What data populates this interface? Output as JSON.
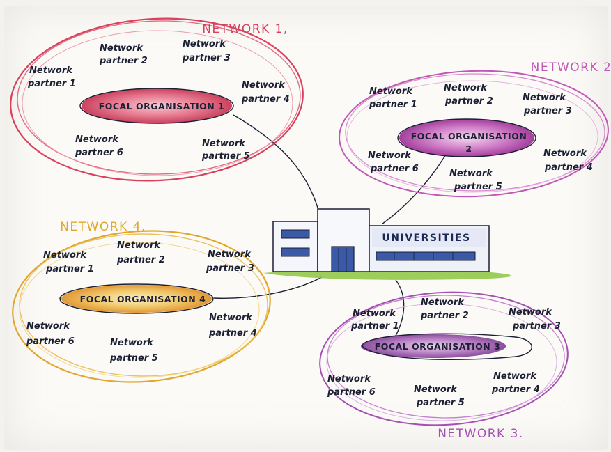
{
  "networks": {
    "n1": {
      "title": "NETWORK 1,",
      "focal": "FOCAL ORGANISATION 1",
      "partners": [
        [
          "Network",
          "partner 1"
        ],
        [
          "Network",
          "partner 2"
        ],
        [
          "Network",
          "partner 3"
        ],
        [
          "Network",
          "partner 4"
        ],
        [
          "Network",
          "partner 5"
        ],
        [
          "Network",
          "partner 6"
        ]
      ]
    },
    "n2": {
      "title": "NETWORK 2",
      "focal_line1": "FOCAL ORGANISATION",
      "focal_line2": "2",
      "partners": [
        [
          "Network",
          "partner 1"
        ],
        [
          "Network",
          "partner 2"
        ],
        [
          "Network",
          "partner 3"
        ],
        [
          "Network",
          "partner 4"
        ],
        [
          "Network",
          "partner 5"
        ],
        [
          "Network",
          "partner 6"
        ]
      ]
    },
    "n3": {
      "title": "NETWORK 3.",
      "focal": "FOCAL ORGANISATION 3",
      "partners": [
        [
          "Network",
          "partner 1"
        ],
        [
          "Network",
          "partner 2"
        ],
        [
          "Network",
          "partner 3"
        ],
        [
          "Network",
          "partner 4"
        ],
        [
          "Network",
          "partner 5"
        ],
        [
          "Network",
          "partner 6"
        ]
      ]
    },
    "n4": {
      "title": "NETWORK 4.",
      "focal": "FOCAL ORGANISATION 4",
      "partners": [
        [
          "Network",
          "partner 1"
        ],
        [
          "Network",
          "partner 2"
        ],
        [
          "Network",
          "partner 3"
        ],
        [
          "Network",
          "partner 4"
        ],
        [
          "Network",
          "partner 5"
        ],
        [
          "Network",
          "partner 6"
        ]
      ]
    }
  },
  "building": {
    "sign": "UNIVERSITIES"
  },
  "colors": {
    "network1": "#d8415e",
    "network2": "#c058b6",
    "network3": "#a54fb4",
    "network4": "#e1a72c",
    "ink": "#1b2033",
    "building_blue": "#3a5aa8",
    "grass": "#8cc63f"
  }
}
